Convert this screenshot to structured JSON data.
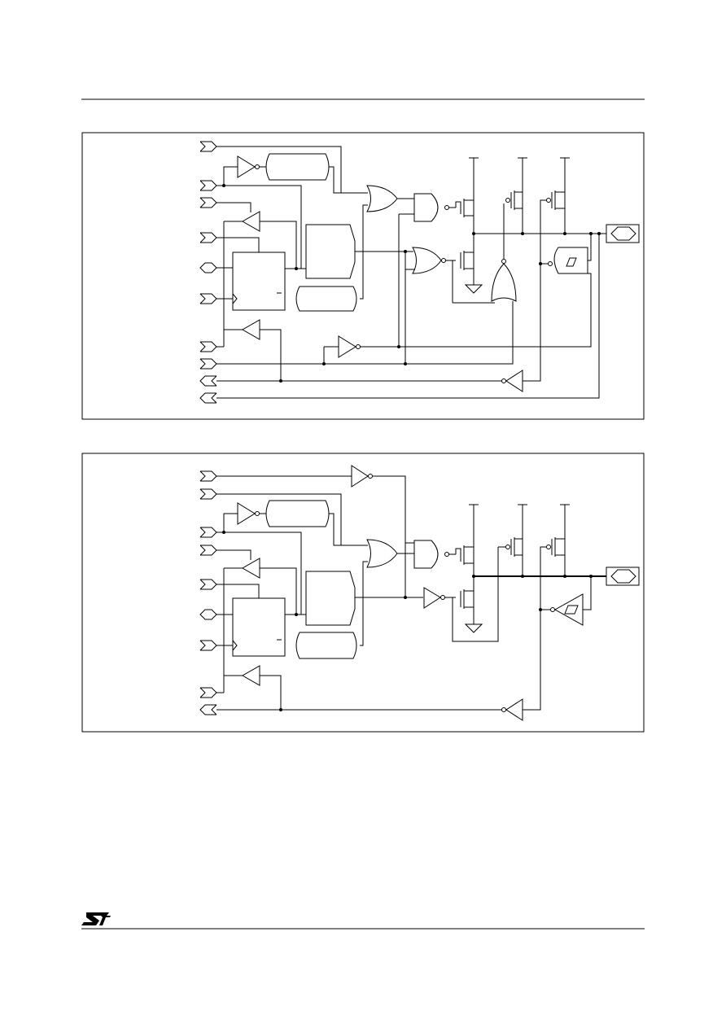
{
  "page": {
    "logo_text": "ST",
    "colors": {
      "ink": "#000000",
      "paper": "#ffffff"
    }
  },
  "figures": [
    {
      "id": "schematic-1",
      "labels": []
    },
    {
      "id": "schematic-2",
      "labels": []
    }
  ]
}
